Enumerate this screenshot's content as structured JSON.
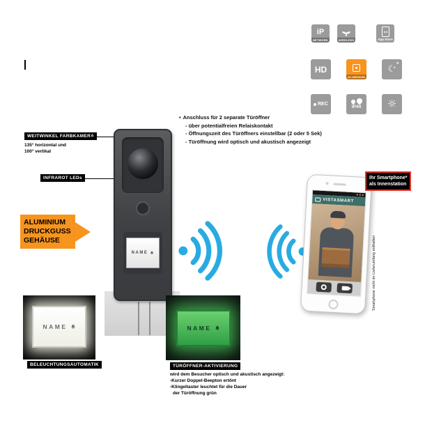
{
  "colors": {
    "accent_orange": "#F7941E",
    "signal_blue": "#29ABE2",
    "alert_red": "#E8342C",
    "active_green": "#3FAE49"
  },
  "feature_icons": {
    "network": {
      "glyph": "iP",
      "banner": "NETWORK"
    },
    "wireless": {
      "banner": "WIRELESS"
    },
    "app_store": {
      "label": "App Store"
    },
    "hd": {
      "label": "HD"
    },
    "aluminium": {
      "banner": "ALUMINIUM"
    },
    "night_vision": {
      "moon": "☾",
      "star": "★"
    },
    "rec": {
      "label": "REC"
    },
    "ip44": {
      "label": "IP44"
    },
    "brightness": {
      "glyph": "☼"
    }
  },
  "callouts": {
    "camera": {
      "tag": "WEITWINKEL FARBKAMERA",
      "line1": "135° horizontal und",
      "line2": "100° vertikal"
    },
    "infrared": {
      "tag": "INFRAROT LEDs"
    },
    "housing": {
      "line1": "ALUMINIUM",
      "line2": "DRUCKGUSS",
      "line3": "GEHÄUSE"
    }
  },
  "door_opener_info": {
    "bullet": "•",
    "title": "Anschluss für 2 separate Türöffner",
    "items": [
      "- über potentialfreien Relaiskontakt",
      "- Öffnungszeit des Türöffners einstellbar (2 oder 5 Sek)",
      "- Türöffnung wird optisch und akustisch angezeigt"
    ]
  },
  "door_station": {
    "nameplate": "NAME"
  },
  "smartphone": {
    "app_title": "VISTASMART",
    "note_line1": "Ihr Smartphone*",
    "note_line2": "als Innenstation",
    "disclaimer": "Smartphone nicht im Lieferumfang enthalten"
  },
  "backlight_module": {
    "plate": "NAME",
    "caption": "BELEUCHTUNGSAUTOMATIK"
  },
  "opener_module": {
    "plate": "NAME",
    "caption": "TÜRÖFFNER-AKTIVIERUNG",
    "desc_title": "wird dem Besucher optisch und akustisch angezeigt:",
    "desc_items": [
      "-Kurzer Doppel-Beepton ertönt",
      "-Klingeltaster leuchtet für die Dauer",
      "der Türöffnung grün"
    ]
  }
}
